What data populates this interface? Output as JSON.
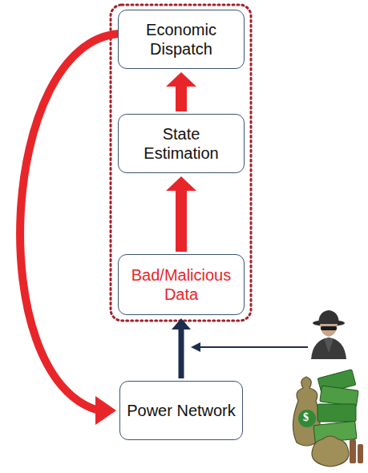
{
  "diagram": {
    "nodes": [
      {
        "text": [
          "Economic Dispatch"
        ]
      },
      {
        "text": [
          "State Estimation"
        ]
      },
      {
        "text": [
          "Bad/Malicious Data"
        ]
      },
      {
        "text": [
          "Power Network"
        ]
      }
    ],
    "edges": [
      {
        "from": 2,
        "to": 1,
        "arrow": "to"
      },
      {
        "from": 1,
        "to": 0,
        "arrow": "to"
      },
      {
        "from": 3,
        "to": 2,
        "arrow": "to"
      },
      {
        "from": 0,
        "to": 3,
        "arrow": "to"
      }
    ],
    "labels": [
      "$"
    ]
  }
}
